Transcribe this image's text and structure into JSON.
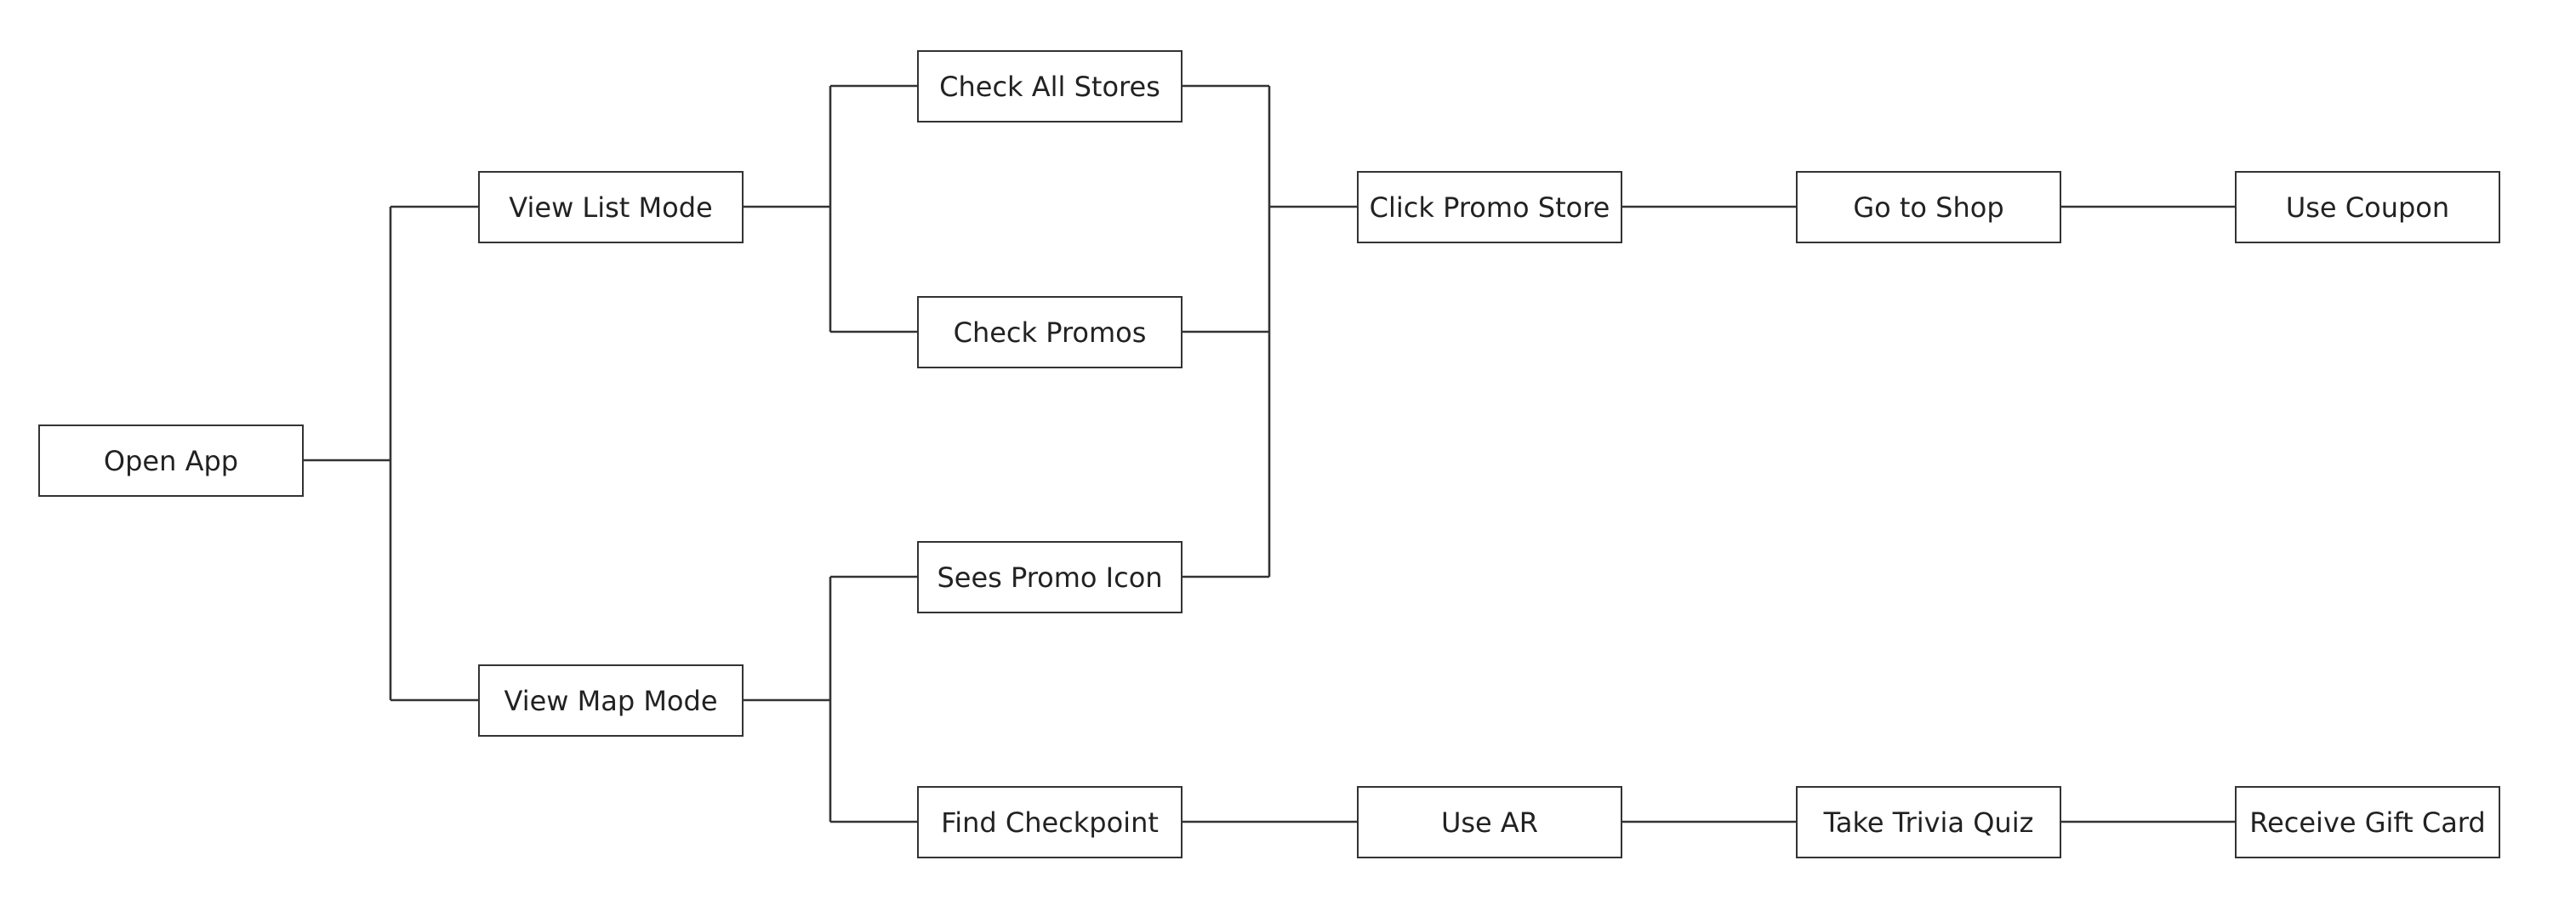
{
  "nodes": {
    "open_app": "Open App",
    "view_list_mode": "View List Mode",
    "view_map_mode": "View Map Mode",
    "check_all_stores": "Check All Stores",
    "check_promos": "Check Promos",
    "sees_promo_icon": "Sees Promo Icon",
    "find_checkpoint": "Find Checkpoint",
    "click_promo_store": "Click Promo Store",
    "go_to_shop": "Go to Shop",
    "use_coupon": "Use Coupon",
    "use_ar": "Use AR",
    "take_trivia_quiz": "Take Trivia Quiz",
    "receive_gift_card": "Receive Gift Card"
  },
  "edges": [
    [
      "Open App",
      "View List Mode"
    ],
    [
      "Open App",
      "View Map Mode"
    ],
    [
      "View List Mode",
      "Check All Stores"
    ],
    [
      "View List Mode",
      "Check Promos"
    ],
    [
      "View Map Mode",
      "Sees Promo Icon"
    ],
    [
      "View Map Mode",
      "Find Checkpoint"
    ],
    [
      "Check All Stores",
      "Click Promo Store"
    ],
    [
      "Check Promos",
      "Click Promo Store"
    ],
    [
      "Sees Promo Icon",
      "Click Promo Store"
    ],
    [
      "Click Promo Store",
      "Go to Shop"
    ],
    [
      "Go to Shop",
      "Use Coupon"
    ],
    [
      "Find Checkpoint",
      "Use AR"
    ],
    [
      "Use AR",
      "Take Trivia Quiz"
    ],
    [
      "Take Trivia Quiz",
      "Receive Gift Card"
    ]
  ],
  "colors": {
    "line": "#333333",
    "text": "#222222",
    "background": "#ffffff"
  }
}
